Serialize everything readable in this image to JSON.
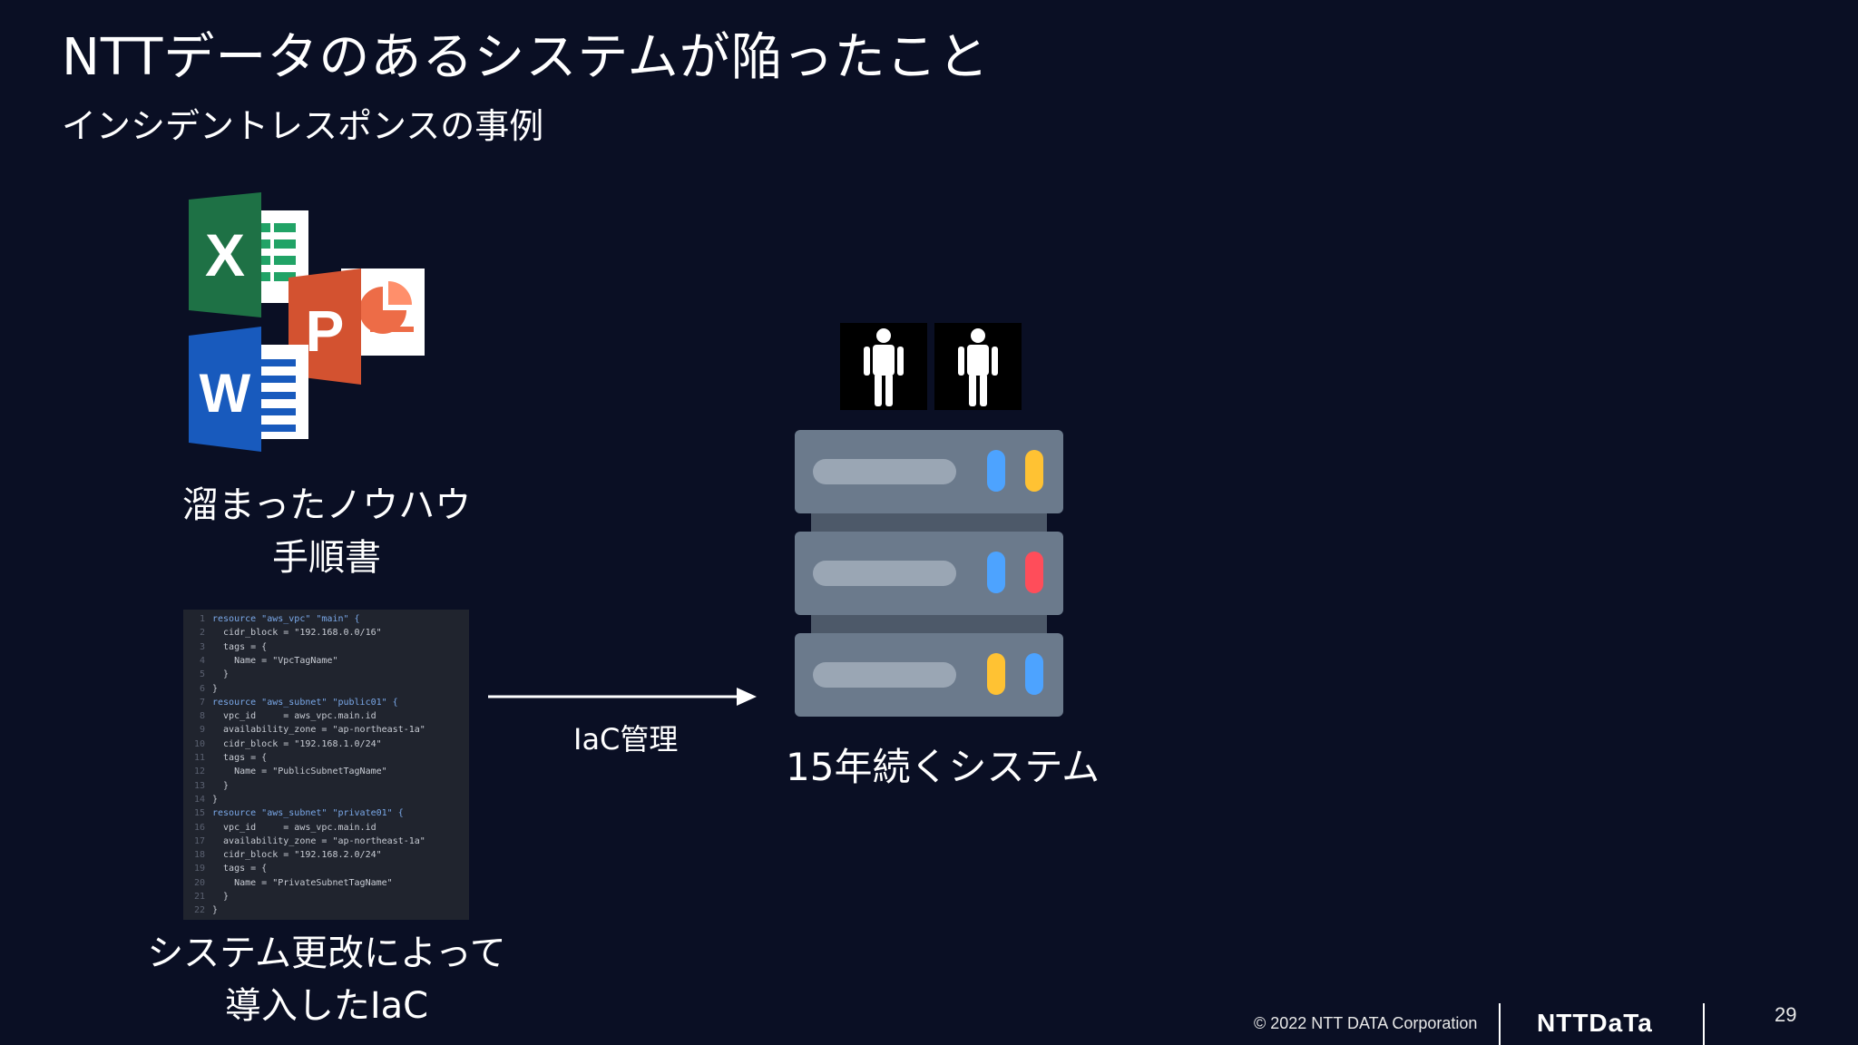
{
  "slide": {
    "title": "NTTデータのあるシステムが陥ったこと",
    "subtitle": "インシデントレスポンスの事例"
  },
  "left_top": {
    "caption_line1": "溜まったノウハウ",
    "caption_line2": "手順書",
    "icons": [
      "excel-icon",
      "powerpoint-icon",
      "word-icon"
    ]
  },
  "left_bottom": {
    "code_lines": [
      {
        "n": "1",
        "text": "resource \"aws_vpc\" \"main\" {"
      },
      {
        "n": "2",
        "text": "  cidr_block = \"192.168.0.0/16\""
      },
      {
        "n": "3",
        "text": "  tags = {"
      },
      {
        "n": "4",
        "text": "    Name = \"VpcTagName\""
      },
      {
        "n": "5",
        "text": "  }"
      },
      {
        "n": "6",
        "text": "}"
      },
      {
        "n": "7",
        "text": "resource \"aws_subnet\" \"public01\" {"
      },
      {
        "n": "8",
        "text": "  vpc_id     = aws_vpc.main.id"
      },
      {
        "n": "9",
        "text": "  availability_zone = \"ap-northeast-1a\""
      },
      {
        "n": "10",
        "text": "  cidr_block = \"192.168.1.0/24\""
      },
      {
        "n": "11",
        "text": "  tags = {"
      },
      {
        "n": "12",
        "text": "    Name = \"PublicSubnetTagName\""
      },
      {
        "n": "13",
        "text": "  }"
      },
      {
        "n": "14",
        "text": "}"
      },
      {
        "n": "15",
        "text": "resource \"aws_subnet\" \"private01\" {"
      },
      {
        "n": "16",
        "text": "  vpc_id     = aws_vpc.main.id"
      },
      {
        "n": "17",
        "text": "  availability_zone = \"ap-northeast-1a\""
      },
      {
        "n": "18",
        "text": "  cidr_block = \"192.168.2.0/24\""
      },
      {
        "n": "19",
        "text": "  tags = {"
      },
      {
        "n": "20",
        "text": "    Name = \"PrivateSubnetTagName\""
      },
      {
        "n": "21",
        "text": "  }"
      },
      {
        "n": "22",
        "text": "}"
      }
    ],
    "caption_line1": "システム更改によって",
    "caption_line2": "導入したIaC"
  },
  "arrow": {
    "label": "IaC管理"
  },
  "right": {
    "caption": "15年続くシステム",
    "icons": [
      "person-icon",
      "person-icon",
      "server-rack-icon"
    ]
  },
  "footer": {
    "copyright": "© 2022 NTT DATA Corporation",
    "logo": "NTTDaTa",
    "page_number": "29"
  },
  "colors": {
    "background": "#0a0f24",
    "excel": "#1e7145",
    "word": "#185abd",
    "powerpoint": "#d35230",
    "server_body": "#6b7a8c",
    "led_blue": "#4da3ff",
    "led_yellow": "#ffc233",
    "led_red": "#ff4d5a"
  }
}
